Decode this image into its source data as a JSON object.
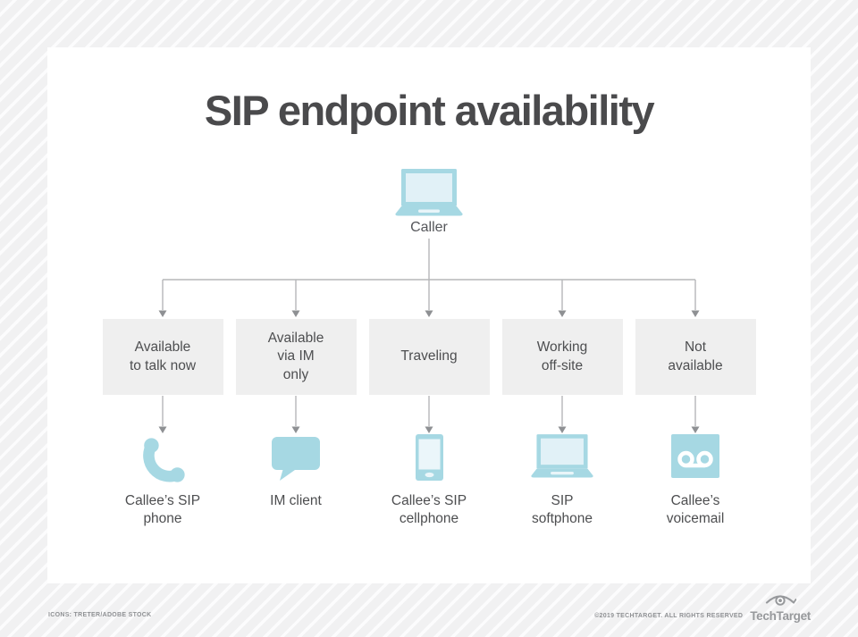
{
  "page": {
    "title": "SIP endpoint availability"
  },
  "caller": {
    "label": "Caller",
    "icon": "laptop-icon"
  },
  "columns": [
    {
      "status": "Available\nto talk now",
      "endpoint": "Callee’s SIP\nphone",
      "icon": "phone-handset-icon"
    },
    {
      "status": "Available\nvia IM\nonly",
      "endpoint": "IM client",
      "icon": "chat-bubble-icon"
    },
    {
      "status": "Traveling",
      "endpoint": "Callee’s SIP\ncellphone",
      "icon": "smartphone-icon"
    },
    {
      "status": "Working\noff-site",
      "endpoint": "SIP\nsoftphone",
      "icon": "laptop-icon"
    },
    {
      "status": "Not\navailable",
      "endpoint": "Callee’s\nvoicemail",
      "icon": "voicemail-icon"
    }
  ],
  "footer": {
    "credits": "ICONS: TRETER/ADOBE STOCK",
    "copyright": "©2019 TECHTARGET. ALL RIGHTS RESERVED",
    "brand": "TechTarget"
  },
  "colors": {
    "icon_blue": "#a6d8e3",
    "icon_screen": "#e1f1f7",
    "box_bg": "#efefef",
    "line_gray": "#b6b7b9",
    "arrow_gray": "#8e9093",
    "text_dark": "#4d4e50",
    "footer_gray": "#97999c"
  }
}
